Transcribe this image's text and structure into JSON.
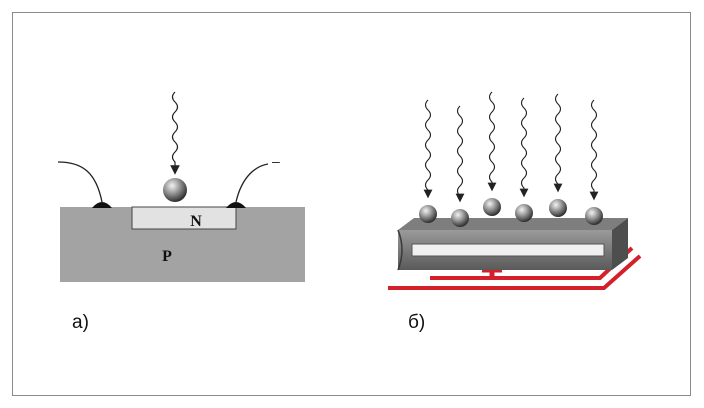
{
  "panel_a": {
    "caption": "а)",
    "n_region_label": "N",
    "p_region_label": "P",
    "terminal_right_sign": "–"
  },
  "panel_b": {
    "caption": "б)",
    "photon_count": 6
  },
  "colors": {
    "substrate": "#a3a3a3",
    "n_region": "#e2e2e2",
    "electrode_bar": "#6e6e6e",
    "readout_line": "#d4202a",
    "contact": "#111111"
  }
}
